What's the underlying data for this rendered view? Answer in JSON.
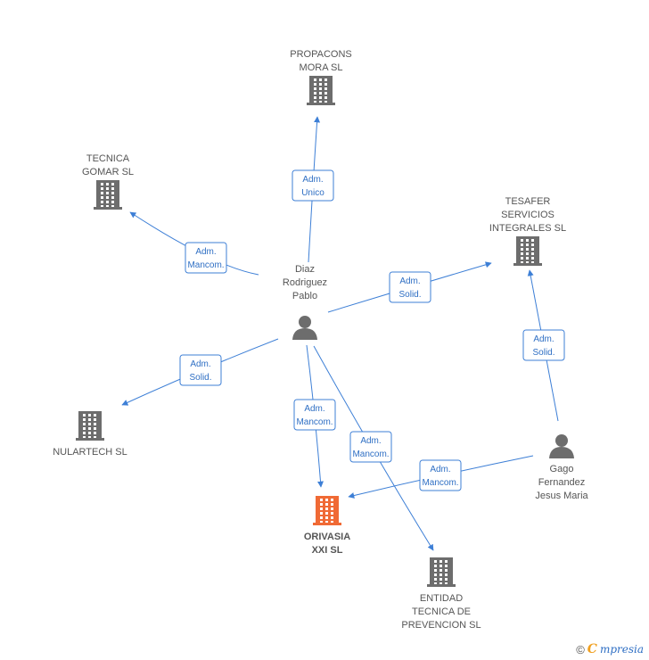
{
  "colors": {
    "company": "#6d6d6d",
    "company_main": "#f06a35",
    "person": "#6d6d6d",
    "edge": "#3d7fd6"
  },
  "nodes": [
    {
      "id": "propacons",
      "type": "company",
      "lines": [
        "PROPACONS",
        "MORA SL"
      ],
      "label_pos": "above"
    },
    {
      "id": "tecnica_gomar",
      "type": "company",
      "lines": [
        "TECNICA",
        "GOMAR SL"
      ],
      "label_pos": "above"
    },
    {
      "id": "tesafer",
      "type": "company",
      "lines": [
        "TESAFER",
        "SERVICIOS",
        "INTEGRALES SL"
      ],
      "label_pos": "above"
    },
    {
      "id": "diaz",
      "type": "person",
      "lines": [
        "Diaz",
        "Rodriguez",
        "Pablo"
      ],
      "label_pos": "above"
    },
    {
      "id": "nulartech",
      "type": "company",
      "lines": [
        "NULARTECH SL"
      ],
      "label_pos": "below"
    },
    {
      "id": "gago",
      "type": "person",
      "lines": [
        "Gago",
        "Fernandez",
        "Jesus Maria"
      ],
      "label_pos": "below"
    },
    {
      "id": "orivasia",
      "type": "company_main",
      "lines": [
        "ORIVASIA",
        "XXI SL"
      ],
      "label_pos": "below"
    },
    {
      "id": "entidad",
      "type": "company",
      "lines": [
        "ENTIDAD",
        "TECNICA DE",
        "PREVENCION SL"
      ],
      "label_pos": "below"
    }
  ],
  "edges": [
    {
      "from": "diaz",
      "to": "propacons",
      "lines": [
        "Adm.",
        "Unico"
      ]
    },
    {
      "from": "diaz",
      "to": "tecnica_gomar",
      "lines": [
        "Adm.",
        "Mancom."
      ]
    },
    {
      "from": "diaz",
      "to": "tesafer",
      "lines": [
        "Adm.",
        "Solid."
      ]
    },
    {
      "from": "diaz",
      "to": "nulartech",
      "lines": [
        "Adm.",
        "Solid."
      ]
    },
    {
      "from": "diaz",
      "to": "orivasia",
      "lines": [
        "Adm.",
        "Mancom."
      ]
    },
    {
      "from": "diaz",
      "to": "entidad",
      "lines": [
        "Adm.",
        "Mancom."
      ]
    },
    {
      "from": "gago",
      "to": "tesafer",
      "lines": [
        "Adm.",
        "Solid."
      ]
    },
    {
      "from": "gago",
      "to": "orivasia",
      "lines": [
        "Adm.",
        "Mancom."
      ]
    }
  ],
  "watermark": {
    "copyright": "©",
    "brand_initial": "C",
    "brand_rest": "mpresia"
  }
}
